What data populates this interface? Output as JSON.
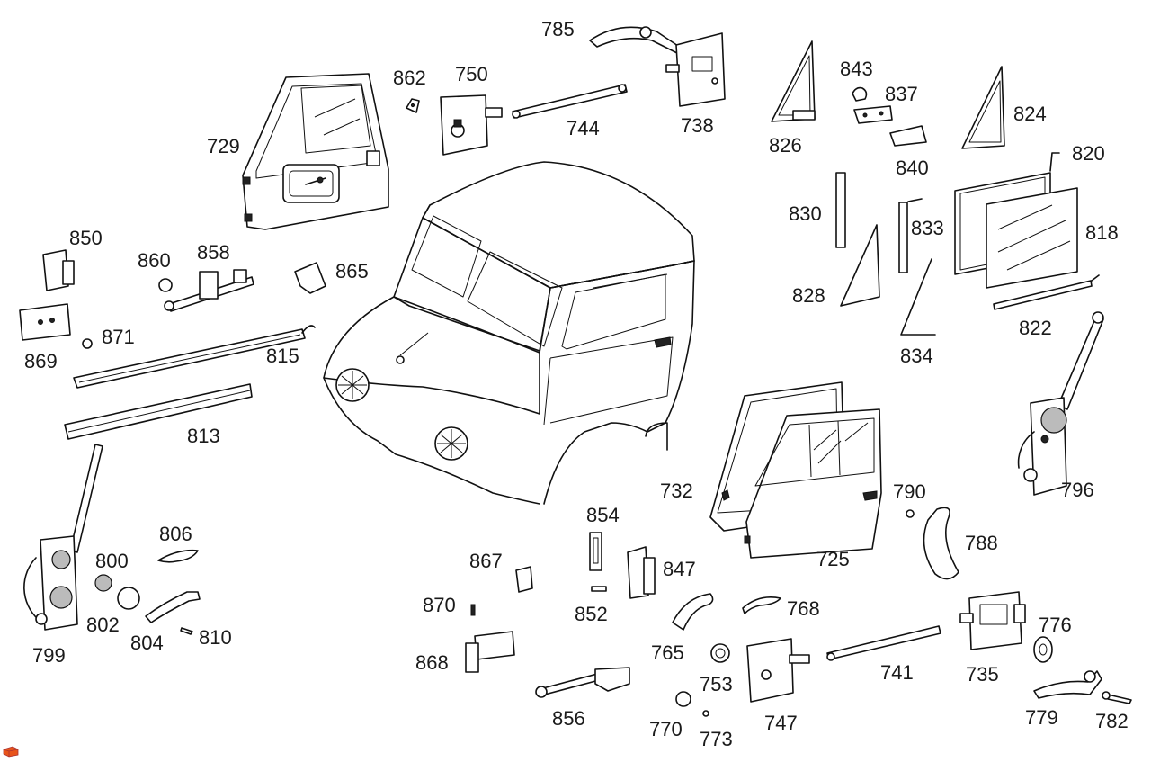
{
  "parts": {
    "p785": "785",
    "p738": "738",
    "p750": "750",
    "p744": "744",
    "p862": "862",
    "p729": "729",
    "p826": "826",
    "p843": "843",
    "p837": "837",
    "p840": "840",
    "p824": "824",
    "p820": "820",
    "p818": "818",
    "p830": "830",
    "p833": "833",
    "p828": "828",
    "p834": "834",
    "p822": "822",
    "p850": "850",
    "p860": "860",
    "p858": "858",
    "p865": "865",
    "p871": "871",
    "p869": "869",
    "p815": "815",
    "p813": "813",
    "p796": "796",
    "p790": "790",
    "p788": "788",
    "p732": "732",
    "p725": "725",
    "p854": "854",
    "p867": "867",
    "p847": "847",
    "p870": "870",
    "p852": "852",
    "p868": "868",
    "p856": "856",
    "p768": "768",
    "p765": "765",
    "p753": "753",
    "p747": "747",
    "p741": "741",
    "p735": "735",
    "p776": "776",
    "p779": "779",
    "p782": "782",
    "p770": "770",
    "p773": "773",
    "p806": "806",
    "p800": "800",
    "p802": "802",
    "p804": "804",
    "p810": "810",
    "p799": "799"
  },
  "colors": {
    "ink": "#111111",
    "background": "#ffffff",
    "corner_mark": "#e8541a"
  },
  "icons": {
    "corner_mark": "orange-block-icon"
  }
}
